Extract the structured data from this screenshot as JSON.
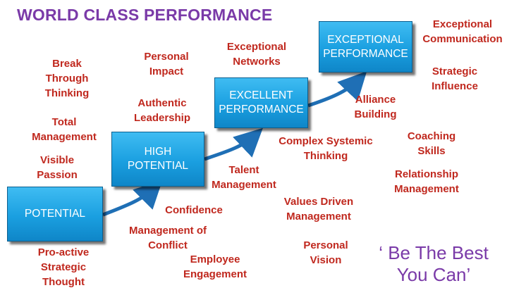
{
  "title": "WORLD CLASS PERFORMANCE",
  "stages": [
    {
      "label": "POTENTIAL"
    },
    {
      "label": "HIGH\nPOTENTIAL"
    },
    {
      "label": "EXCELLENT\nPERFORMANCE"
    },
    {
      "label": "EXCEPTIONAL\nPERFORMANCE"
    }
  ],
  "skills": [
    {
      "text": "Break\nThrough\nThinking"
    },
    {
      "text": "Total\nManagement"
    },
    {
      "text": "Visible\nPassion"
    },
    {
      "text": "Pro-active\nStrategic\nThought"
    },
    {
      "text": "Personal\nImpact"
    },
    {
      "text": "Authentic\nLeadership"
    },
    {
      "text": "Confidence"
    },
    {
      "text": "Management of\nConflict"
    },
    {
      "text": "Employee\nEngagement"
    },
    {
      "text": "Exceptional\nNetworks"
    },
    {
      "text": "Talent\nManagement"
    },
    {
      "text": "Complex Systemic\nThinking"
    },
    {
      "text": "Values Driven\nManagement"
    },
    {
      "text": "Personal\nVision"
    },
    {
      "text": "Exceptional\nCommunication"
    },
    {
      "text": "Strategic\nInfluence"
    },
    {
      "text": "Alliance\nBuilding"
    },
    {
      "text": "Coaching\nSkills"
    },
    {
      "text": "Relationship\nManagement"
    }
  ],
  "slogan": "‘ Be The Best\nYou Can’",
  "colors": {
    "title": "#7a3aa8",
    "skill_text": "#c0281e",
    "box_fill": "#1a9fe0",
    "arrow": "#1f6fb5",
    "slogan": "#7a3aa8"
  }
}
